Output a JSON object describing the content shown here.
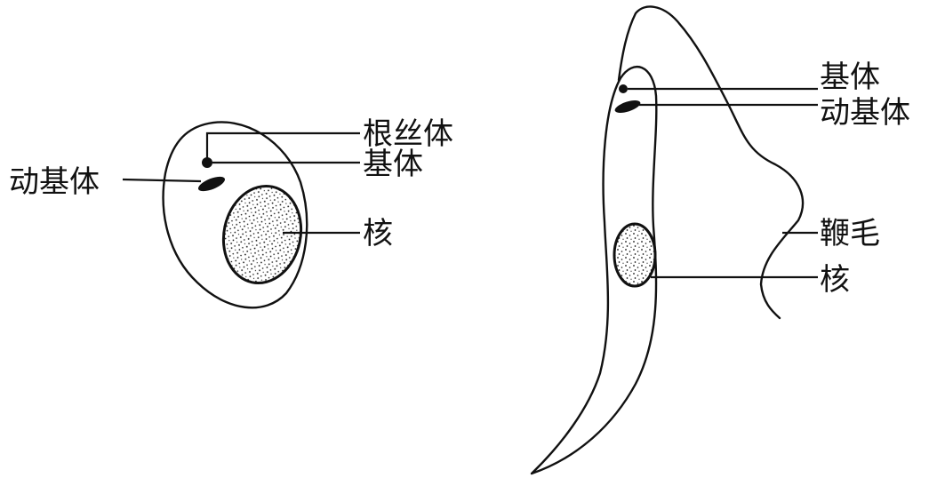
{
  "figure_left": {
    "labels": {
      "rhizoplast": "根丝体",
      "basal_body": "基体",
      "kinetoplast": "动基体",
      "nucleus": "核"
    }
  },
  "figure_right": {
    "labels": {
      "basal_body": "基体",
      "kinetoplast": "动基体",
      "flagellum": "鞭毛",
      "nucleus": "核"
    }
  },
  "colors": {
    "ink": "#111111",
    "background": "#ffffff"
  }
}
